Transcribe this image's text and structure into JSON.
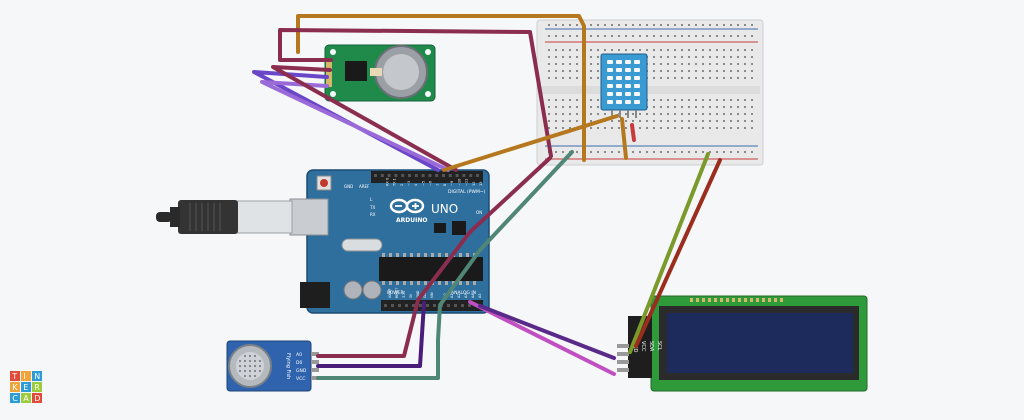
{
  "app": {
    "logo_letters": [
      "T",
      "I",
      "N",
      "K",
      "E",
      "R",
      "C",
      "A",
      "D"
    ],
    "logo_colors": [
      "#e24b3a",
      "#f0a43a",
      "#2d9bd6",
      "#9ccb3b"
    ]
  },
  "board": {
    "name": "ARDUINO",
    "model": "UNO",
    "header_digital": "DIGITAL (PWM~)",
    "header_analog": "ANALOG IN",
    "header_power": "POWER",
    "label_tx": "TX",
    "label_rx": "RX",
    "label_l": "L",
    "label_on": "ON",
    "label_aref": "AREF",
    "label_gnd": "GND",
    "pin_labels_digital": [
      "13",
      "12",
      "~11",
      "~10",
      "~9",
      "8",
      "7",
      "~6",
      "~5",
      "4",
      "~3",
      "2",
      "TX 1",
      "RX 0"
    ],
    "pin_labels_analog": [
      "A0",
      "A1",
      "A2",
      "A3",
      "A4",
      "A5"
    ],
    "pin_labels_power": [
      "IOREF",
      "RESET",
      "3.3V",
      "5V",
      "GND",
      "GND",
      "VIN"
    ]
  },
  "gas_sensor": {
    "title": "Flying Fish",
    "pins": [
      "A0",
      "D0",
      "GND",
      "VCC"
    ]
  },
  "lcd": {
    "pins": [
      "GND",
      "VCC",
      "SDA",
      "SCL"
    ]
  },
  "colors": {
    "wire_orange": "#b5781f",
    "wire_maroon": "#8a2d4e",
    "wire_purple": "#6a46c8",
    "wire_lilac": "#9a6ad8",
    "wire_teal": "#4f8676",
    "wire_green": "#7a9a2a",
    "wire_red_brown": "#9a2d1e",
    "wire_magenta": "#c04fc0",
    "wire_dark_purple": "#4b1d7a",
    "wire_crimson": "#8a1c2e",
    "arduino_blue": "#2f6f9e",
    "rtc_green": "#1f8a4a",
    "dht_blue": "#3a9ad2",
    "lcd_green": "#2f9a3a",
    "lcd_screen": "#1c2a5c"
  }
}
